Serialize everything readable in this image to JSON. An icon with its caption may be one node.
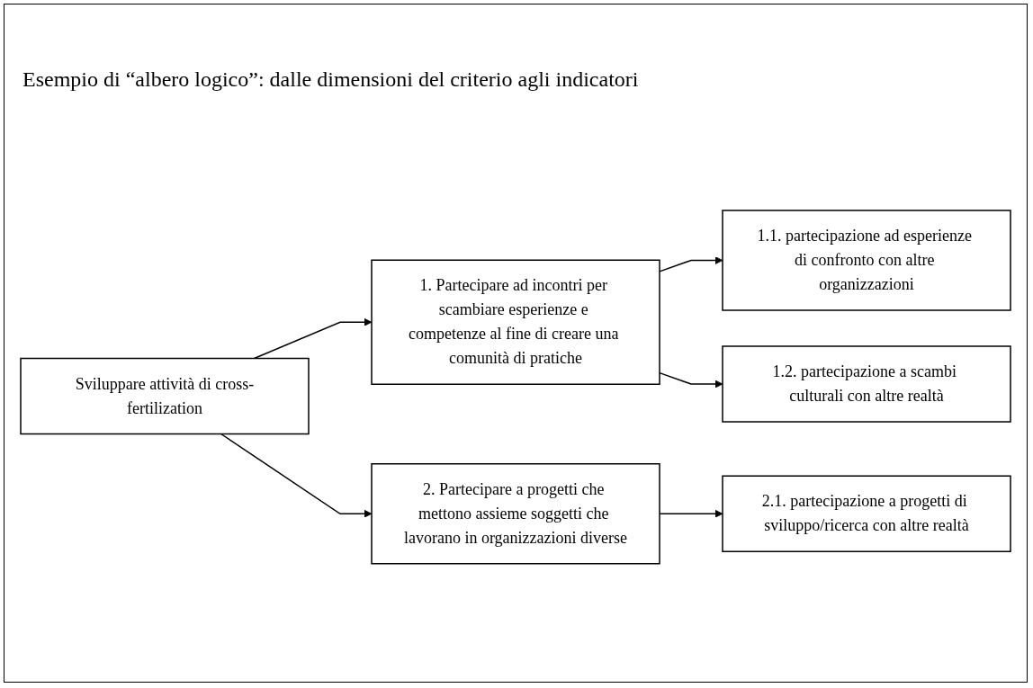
{
  "diagram": {
    "title": "Esempio di “albero logico”: dalle dimensioni del criterio agli indicatori",
    "nodes": [
      {
        "text": [
          "Sviluppare attività di cross-fertilization"
        ]
      },
      {
        "text": [
          "1. Partecipare ad incontri per scambiare esperienze e competenze al fine di creare una comunità di pratiche"
        ]
      },
      {
        "text": [
          "1.1. partecipazione ad esperienze di confronto con altre organizzazioni"
        ]
      },
      {
        "text": [
          "1.2. partecipazione a scambi culturali con altre realtà"
        ]
      },
      {
        "text": [
          "2. Partecipare a progetti che mettono assieme soggetti che lavorano in organizzazioni diverse"
        ]
      },
      {
        "text": [
          "2.1. partecipazione a progetti di sviluppo/ricerca con altre realtà"
        ]
      }
    ],
    "edges": [
      {
        "from": 0,
        "to": 1,
        "arrow": "to"
      },
      {
        "from": 1,
        "to": 2,
        "arrow": "to"
      },
      {
        "from": 1,
        "to": 3,
        "arrow": "to"
      },
      {
        "from": 0,
        "to": 4,
        "arrow": "to"
      },
      {
        "from": 4,
        "to": 5,
        "arrow": "to"
      }
    ]
  }
}
